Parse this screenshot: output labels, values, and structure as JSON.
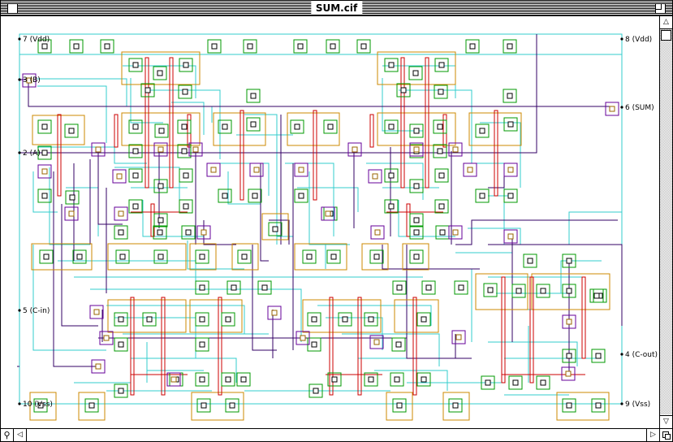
{
  "window": {
    "title": "SUM.cif"
  },
  "pins": [
    {
      "id": "pin-7-vdd",
      "label": "7 (Vdd)"
    },
    {
      "id": "pin-3-b",
      "label": "3 (B)"
    },
    {
      "id": "pin-2-a",
      "label": "2 (A)"
    },
    {
      "id": "pin-5-cin",
      "label": "5 (C-in)"
    },
    {
      "id": "pin-10-vss",
      "label": "10 (Vss)"
    },
    {
      "id": "pin-8-vdd",
      "label": "8 (Vdd)"
    },
    {
      "id": "pin-6-sum",
      "label": "6 (SUM)"
    },
    {
      "id": "pin-4-cout",
      "label": "4 (C-out)"
    },
    {
      "id": "pin-9-vss",
      "label": "9 (Vss)"
    }
  ],
  "colors": {
    "metal1": "#33cccc",
    "metal2": "#330066",
    "poly": "#cc0000",
    "diffusion": "#cc8800",
    "contact_cut": "#000000",
    "contact_ring": "#009900",
    "via_ring": "#660099"
  },
  "icons": {
    "close": "close-box-icon",
    "zoom": "zoom-box-icon",
    "zoom_out": "magnifier-icon"
  }
}
